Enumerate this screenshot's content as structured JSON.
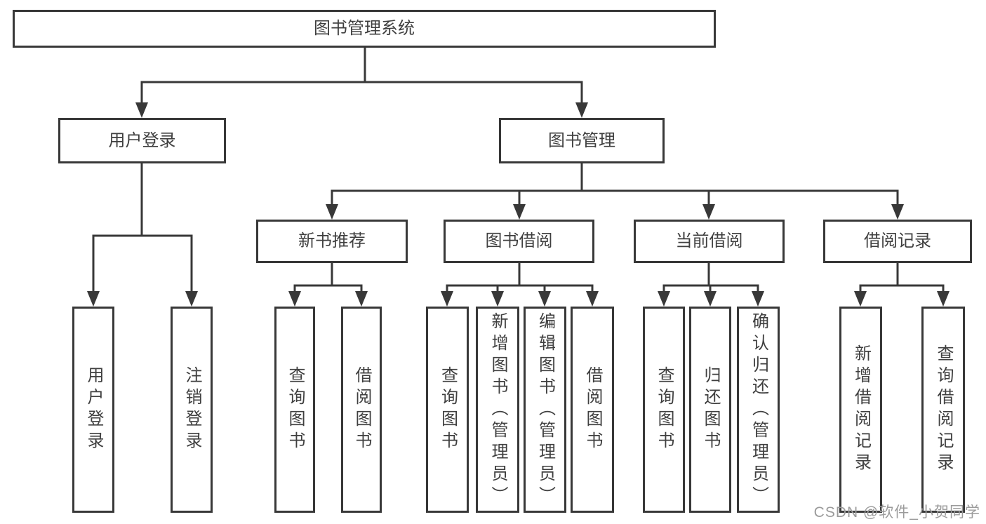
{
  "tree": {
    "root": {
      "label": "图书管理系统"
    },
    "branches": [
      {
        "label": "用户登录",
        "children": [
          {
            "label": "用户登录"
          },
          {
            "label": "注销登录"
          }
        ]
      },
      {
        "label": "图书管理",
        "children": [
          {
            "label": "新书推荐",
            "children": [
              {
                "label": "查询图书"
              },
              {
                "label": "借阅图书"
              }
            ]
          },
          {
            "label": "图书借阅",
            "children": [
              {
                "label": "查询图书"
              },
              {
                "label": "新增图书（管理员）"
              },
              {
                "label": "编辑图书（管理员）"
              },
              {
                "label": "借阅图书"
              }
            ]
          },
          {
            "label": "当前借阅",
            "children": [
              {
                "label": "查询图书"
              },
              {
                "label": "归还图书"
              },
              {
                "label": "确认归还（管理员）"
              }
            ]
          },
          {
            "label": "借阅记录",
            "children": [
              {
                "label": "新增借阅记录"
              },
              {
                "label": "查询借阅记录"
              }
            ]
          }
        ]
      }
    ]
  },
  "watermark": {
    "text": "CSDN @软件_小贺同学"
  },
  "colors": {
    "line": "#383838",
    "text": "#3f3f3f",
    "background": "#ffffff",
    "watermark": "#9b9b9b"
  }
}
